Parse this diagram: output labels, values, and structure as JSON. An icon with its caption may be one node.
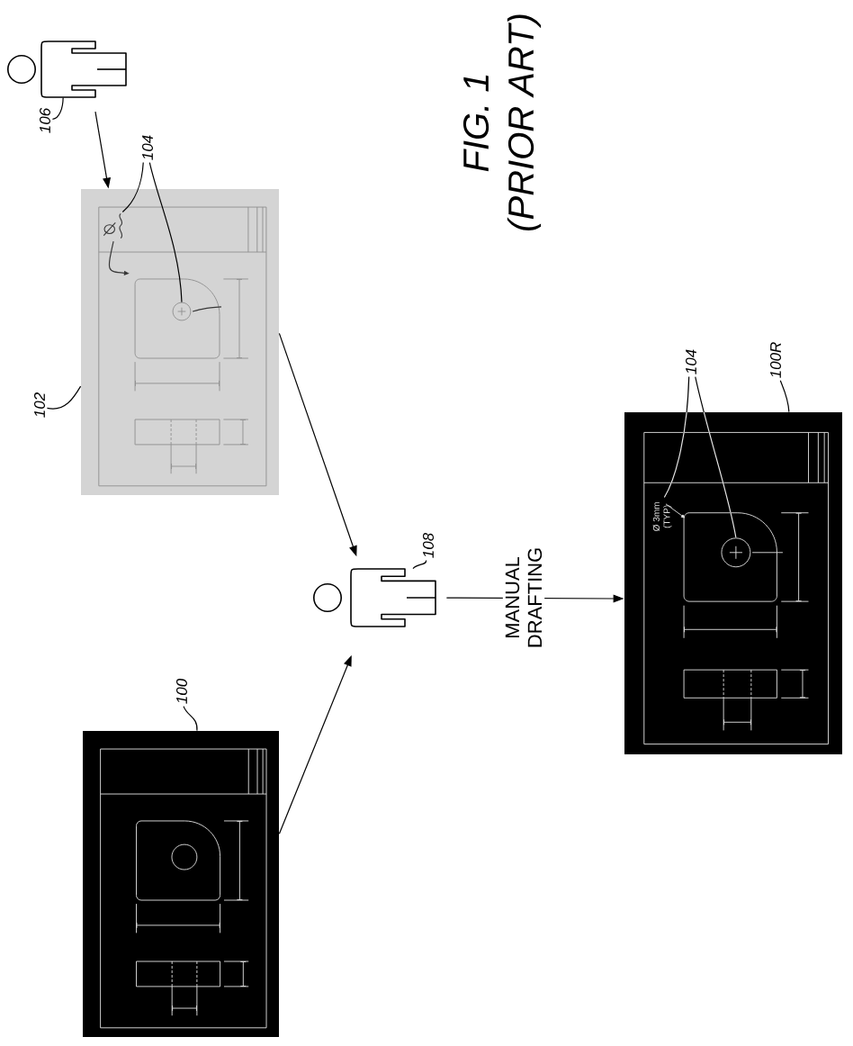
{
  "diagram": {
    "caption": "FIG. 1 (PRIOR ART)",
    "nodes": [
      {
        "text": [],
        "shape": "person"
      },
      {
        "text": [
          "106"
        ]
      },
      {
        "text": [],
        "shape": "picture"
      },
      {
        "text": [],
        "shape": "picture",
        "in": 2
      },
      {
        "text": [],
        "shape": "circle",
        "in": 2
      },
      {
        "text": [
          "102"
        ]
      },
      {
        "text": [
          "104"
        ]
      },
      {
        "text": [],
        "shape": "picture"
      },
      {
        "text": [
          "100"
        ]
      },
      {
        "text": [],
        "shape": "person"
      },
      {
        "text": [
          "108"
        ]
      },
      {
        "text": [],
        "shape": "picture"
      },
      {
        "text": [
          "Ø 3mm (TYP)"
        ],
        "in": 11
      },
      {
        "text": [],
        "shape": "circle",
        "in": 11
      },
      {
        "text": [
          "104"
        ]
      },
      {
        "text": [
          "100R"
        ]
      }
    ],
    "edges": [
      {
        "from": 1,
        "to": 0,
        "arrow": "none"
      },
      {
        "from": 0,
        "to": 2,
        "arrow": "to"
      },
      {
        "from": 5,
        "to": 2,
        "arrow": "none"
      },
      {
        "from": 6,
        "to": 3,
        "arrow": "none"
      },
      {
        "from": 6,
        "to": 4,
        "arrow": "none"
      },
      {
        "from": 8,
        "to": 7,
        "arrow": "none"
      },
      {
        "from": 2,
        "to": 9,
        "arrow": "to"
      },
      {
        "from": 7,
        "to": 9,
        "arrow": "to"
      },
      {
        "from": 10,
        "to": 9,
        "arrow": "none"
      },
      {
        "from": 9,
        "to": 11,
        "arrow": "to",
        "label": "MANUAL DRAFTING"
      },
      {
        "from": 15,
        "to": 11,
        "arrow": "none"
      },
      {
        "from": 14,
        "to": 12,
        "arrow": "none"
      },
      {
        "from": 14,
        "to": 13,
        "arrow": "none"
      }
    ]
  }
}
